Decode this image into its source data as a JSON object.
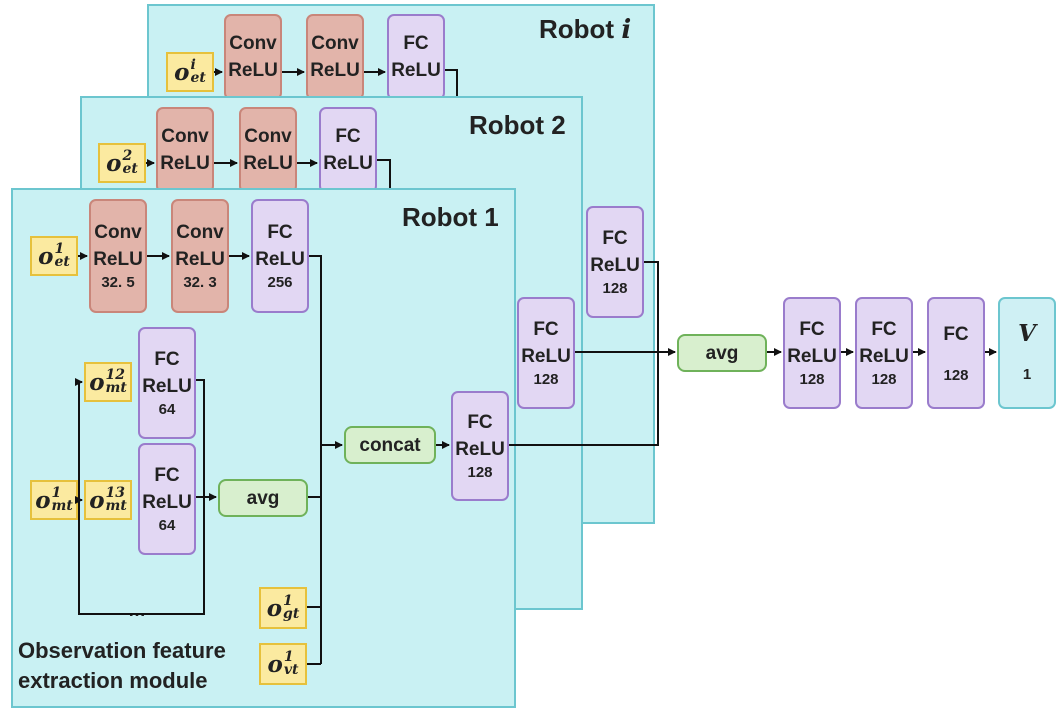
{
  "panels": {
    "robot_i": {
      "title": "Robot ",
      "title_var": "i"
    },
    "robot_2": {
      "title": "Robot 2"
    },
    "robot_1": {
      "title": "Robot 1"
    }
  },
  "robot_i": {
    "input": {
      "base": "o",
      "sup": "i",
      "sub": "et"
    },
    "conv1": {
      "line1": "Conv",
      "line2": "ReLU"
    },
    "conv2": {
      "line1": "Conv",
      "line2": "ReLU"
    },
    "fc": {
      "line1": "FC",
      "line2": "ReLU"
    }
  },
  "robot_2": {
    "input": {
      "base": "o",
      "sup": "2",
      "sub": "et"
    },
    "conv1": {
      "line1": "Conv",
      "line2": "ReLU"
    },
    "conv2": {
      "line1": "Conv",
      "line2": "ReLU"
    },
    "fc": {
      "line1": "FC",
      "line2": "ReLU"
    },
    "fc_out": {
      "line1": "FC",
      "line2": "ReLU",
      "size": "128"
    }
  },
  "robot_1": {
    "input_et": {
      "base": "o",
      "sup": "1",
      "sub": "et"
    },
    "conv1": {
      "line1": "Conv",
      "line2": "ReLU",
      "size": "32. 5"
    },
    "conv2": {
      "line1": "Conv",
      "line2": "ReLU",
      "size": "32. 3"
    },
    "fc_et": {
      "line1": "FC",
      "line2": "ReLU",
      "size": "256"
    },
    "input_mt": {
      "base": "o",
      "sup": "1",
      "sub": "mt"
    },
    "input_mt12": {
      "base": "o",
      "sup": "12",
      "sub": "mt"
    },
    "input_mt13": {
      "base": "o",
      "sup": "13",
      "sub": "mt"
    },
    "fc_mt12": {
      "line1": "FC",
      "line2": "ReLU",
      "size": "64"
    },
    "fc_mt13": {
      "line1": "FC",
      "line2": "ReLU",
      "size": "64"
    },
    "ellipsis": "…",
    "avg": "avg",
    "input_gt": {
      "base": "o",
      "sup": "1",
      "sub": "gt"
    },
    "input_vt": {
      "base": "o",
      "sup": "1",
      "sub": "vt"
    },
    "concat": "concat",
    "fc_concat": {
      "line1": "FC",
      "line2": "ReLU",
      "size": "128"
    },
    "fc_out": {
      "line1": "FC",
      "line2": "ReLU",
      "size": "128"
    },
    "caption_line1": "Observation feature",
    "caption_line2": "extraction module"
  },
  "head": {
    "avg": "avg",
    "fc1": {
      "line1": "FC",
      "line2": "ReLU",
      "size": "128"
    },
    "fc2": {
      "line1": "FC",
      "line2": "ReLU",
      "size": "128"
    },
    "fc3": {
      "line1": "FC",
      "size": "128"
    },
    "value": {
      "symbol": "V",
      "size": "1"
    }
  },
  "colors": {
    "panel_fill": "#c9f1f3",
    "panel_border": "#6cc6cf",
    "conv_fill": "#e2b4aa",
    "fc_fill": "#e2d7f3",
    "avg_fill": "#d8efce",
    "input_fill": "#fbeaa0"
  }
}
